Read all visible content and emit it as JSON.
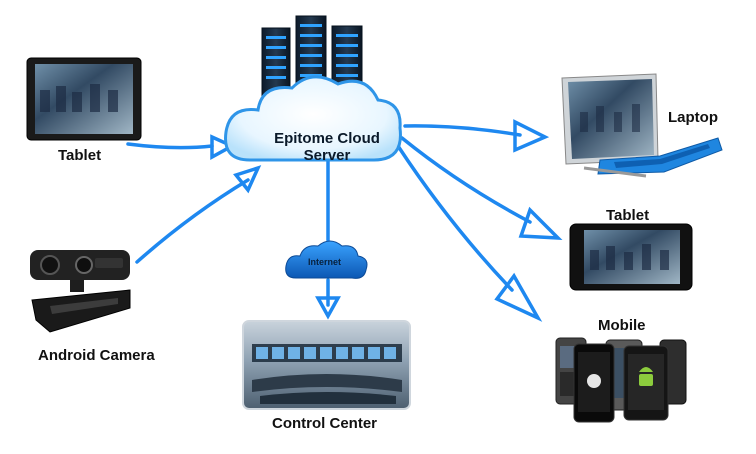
{
  "server": {
    "line1": "Epitome Cloud",
    "line2": "Server"
  },
  "internet": {
    "label": "Internet"
  },
  "sources": {
    "tablet": {
      "label": "Tablet"
    },
    "camera": {
      "label": "Android Camera"
    }
  },
  "destinations": {
    "laptop": {
      "label": "Laptop"
    },
    "tablet": {
      "label": "Tablet"
    },
    "mobile": {
      "label": "Mobile"
    },
    "control_center": {
      "label": "Control Center"
    }
  },
  "colors": {
    "arrow": "#1e88f0",
    "cloud": "#e8f6ff",
    "cloud_glow": "#2f95e8",
    "internet": "#1a6fd1"
  },
  "icons": [
    "server-rack-icon",
    "cloud-icon",
    "internet-cloud-icon",
    "tablet-device-icon",
    "camera-device-icon",
    "laptop-device-icon",
    "phone-device-icon",
    "control-room-image"
  ]
}
